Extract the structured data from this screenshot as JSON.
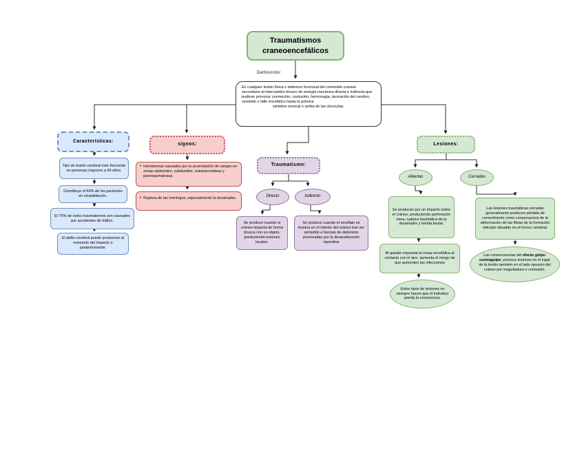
{
  "colors": {
    "green_fill": "#d5e8d4",
    "green_border": "#82b366",
    "blue_fill": "#dae8fc",
    "blue_border": "#6c8ebf",
    "red_fill": "#f8cecc",
    "red_border": "#b85450",
    "purple_fill": "#e1d5e7",
    "purple_border": "#9673a6"
  },
  "title": "Traumatismos craneoencefálicos",
  "definition": {
    "label": "Definición:",
    "text": "Es cualquier lesión física o deterioro funcional del contenido craneal secundario al intercambio brusco de energía mecánica directa e indirecta que pudiese provocar conmoción, contusión, hemorragia, laceración del cerebro, cerebelo o tallo encefálico hasta la primera",
    "text2": "vértebra cervical o arriba de las clavículas."
  },
  "caracteristicas": {
    "header": "Características:",
    "item1": "Tipo de lesión cerebral más frecuente en personas mayores a 40 años.",
    "item2": "Constituye el 60% de los pacientes en rehabilitación.",
    "item3": "El 75% de estos traumatismos son causados por accidentes de tráfico.",
    "item4_pre": "El daño cerebral puede producirse al momento del impacto o ",
    "item4_italic": "posteriormente",
    "item4_post": "."
  },
  "signos": {
    "header": "signos:",
    "item1": "Hematomas causados por la acumulación de sangre en zonas epidurales, subdurales, subaracnoideas y parenquimatosas.",
    "item2": "Ruptura de las meninges, especialmente la duramadre."
  },
  "traumatismo": {
    "header": "Traumatismo:",
    "directo_label": "Directo",
    "directo_desc": "Se produce cuando el cráneo impacta de forma brusca con un objeto, produciendo lesiones locales.",
    "indirecto_label": "Indirecto",
    "indirecto_desc": "Se produce cuando el encéfalo se lesiona en el interior del cráneo tras ser sometido a fuerzas de distorsión provocadas por la desaceleración repentina"
  },
  "lesiones": {
    "header": "Lesiones:",
    "abiertas_label": "Abiertas",
    "abiertas_box1": "Se producen por un impacto sobre el cráneo, produciendo perforación ósea, ruptura traumática de la duramadre y herida tisular.",
    "abiertas_box2": "Al quedar expuesta la masa encefálica al contacto con el aire, aumenta el riesgo de que aumenten las infecciones",
    "abiertas_ellipse": "Estos tipos de lesiones no siempre hacen que el individuo pierda la consciencia.",
    "cerradas_label": "Cerradas",
    "cerradas_box1": "Las lesiones traumáticas cerradas generalmente producen pérdida de conocimiento como consecuencia de la deformación de las fibras de la formación reticular situadas en el tronco cerebral.",
    "cerradas_ellipse_pre": "Las consecuencias del ",
    "cerradas_ellipse_bold": "efecto golpe-contragolpe",
    "cerradas_ellipse_post": ", provoca lesiones en el lugar de la lesión también en el lado opuesto del cráneo por magulladura o contusión."
  }
}
